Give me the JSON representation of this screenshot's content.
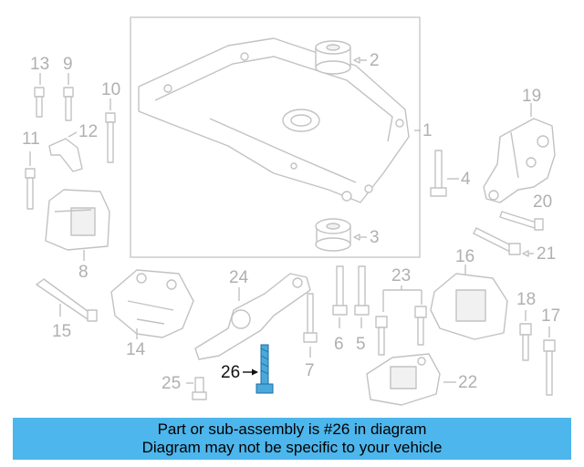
{
  "banner": {
    "line1": "Part or sub-assembly is #26 in diagram",
    "line2": "Diagram may not be specific to your vehicle",
    "background": "#4db6ec"
  },
  "highlight": {
    "part_number": "26",
    "color": "#4aa8dc"
  },
  "callouts": [
    "1",
    "2",
    "3",
    "4",
    "5",
    "6",
    "7",
    "8",
    "9",
    "10",
    "11",
    "12",
    "13",
    "14",
    "15",
    "16",
    "17",
    "18",
    "19",
    "20",
    "21",
    "22",
    "23",
    "24",
    "25",
    "26"
  ]
}
